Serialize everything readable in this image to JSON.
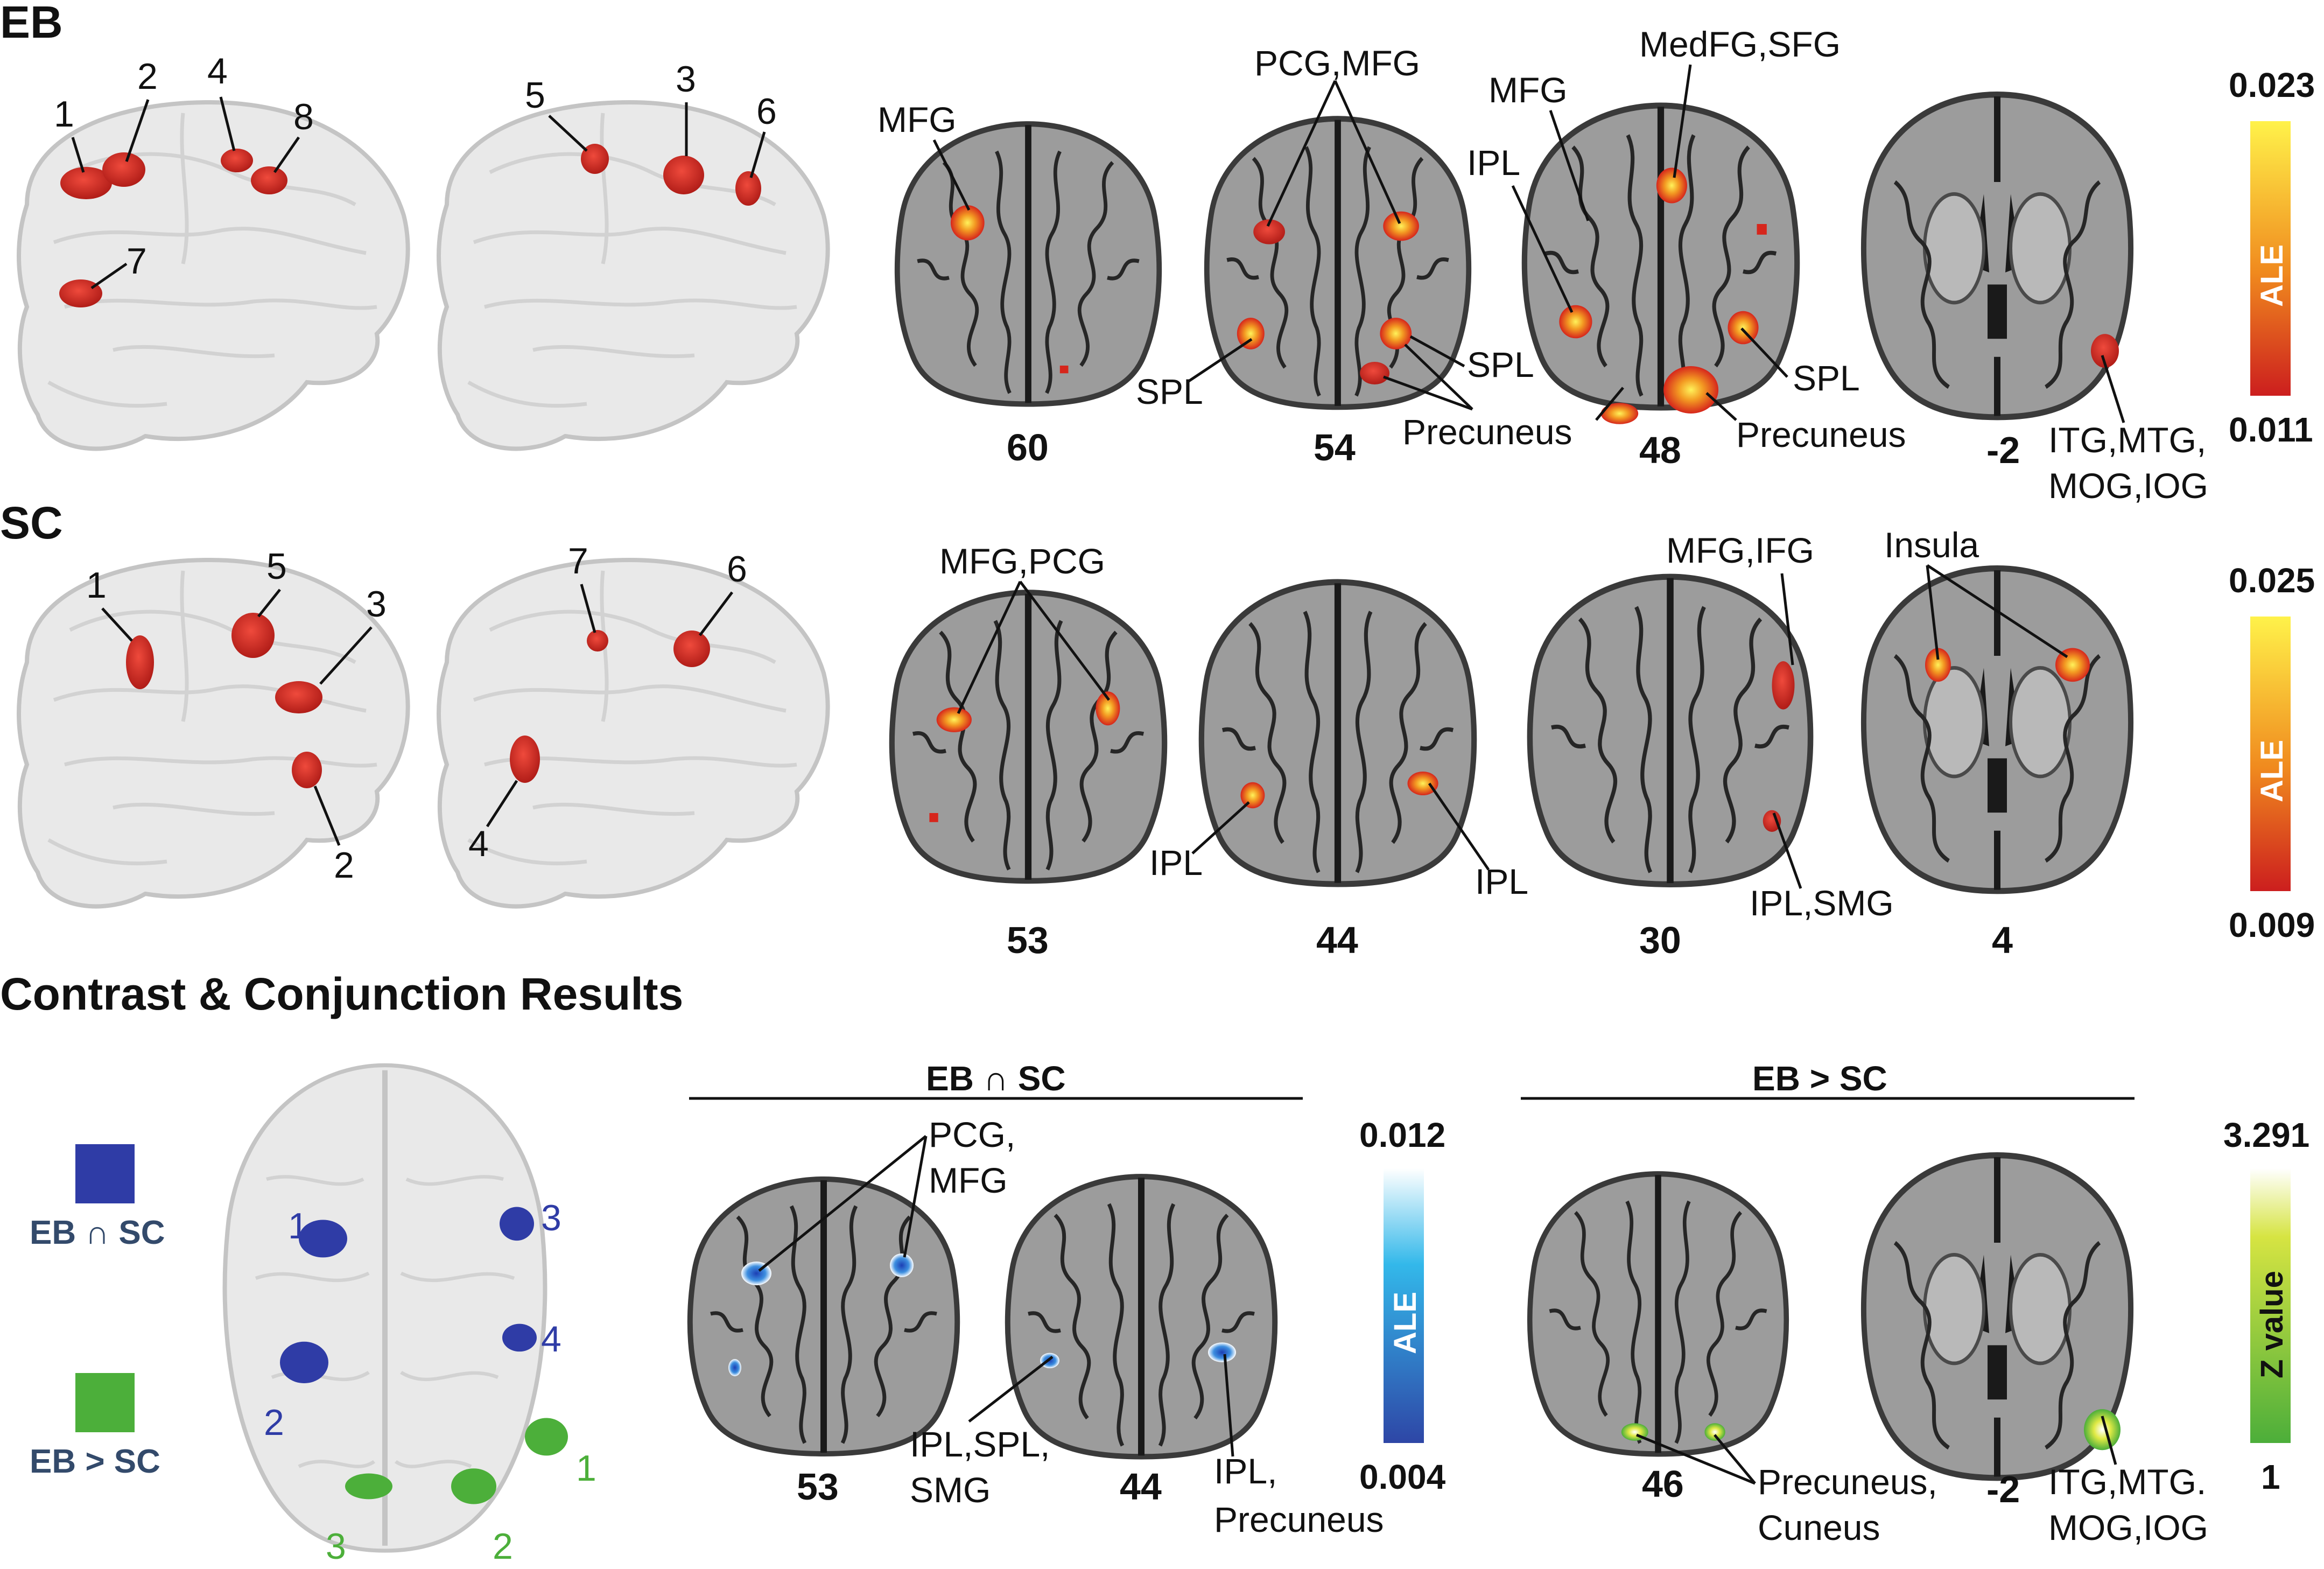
{
  "sections": {
    "eb": {
      "title": "EB"
    },
    "sc": {
      "title": "SC"
    },
    "contrast": {
      "title": "Contrast & Conjunction Results"
    }
  },
  "eb": {
    "render_numbers": [
      "1",
      "2",
      "4",
      "8",
      "7",
      "5",
      "3",
      "6"
    ],
    "slices": [
      "60",
      "54",
      "48",
      "-2"
    ],
    "labels": {
      "mfg_60": "MFG",
      "spl_60": "SPL",
      "pcg_mfg": "PCG,MFG",
      "spl_54": "SPL",
      "precuneus_54": "Precuneus",
      "medfg_sfg": "MedFG,SFG",
      "mfg_48": "MFG",
      "ipl_48": "IPL",
      "spl_48": "SPL",
      "precuneus_48": "Precuneus",
      "itg_line1": "ITG,MTG,",
      "itg_line2": "MOG,IOG"
    },
    "scale": {
      "max": "0.023",
      "min": "0.011",
      "name": "ALE"
    }
  },
  "sc": {
    "render_numbers": [
      "1",
      "5",
      "3",
      "2",
      "7",
      "6",
      "4"
    ],
    "slices": [
      "53",
      "44",
      "30",
      "4"
    ],
    "labels": {
      "mfg_pcg": "MFG,PCG",
      "ipl_44_left": "IPL",
      "ipl_44_right": "IPL",
      "mfg_ifg": "MFG,IFG",
      "ipl_smg": "IPL,SMG",
      "insula": "Insula"
    },
    "scale": {
      "max": "0.025",
      "min": "0.009",
      "name": "ALE"
    }
  },
  "contrast": {
    "legend": {
      "conj": "EB ∩ SC",
      "diff": "EB > SC"
    },
    "render_numbers_blue": [
      "1",
      "3",
      "4",
      "2"
    ],
    "render_numbers_green": [
      "1",
      "2",
      "3"
    ],
    "conj_header": "EB ∩ SC",
    "diff_header": "EB > SC",
    "conj_slices": [
      "53",
      "44"
    ],
    "diff_slices": [
      "46",
      "-2"
    ],
    "labels": {
      "pcg_line1": "PCG,",
      "pcg_line2": "MFG",
      "ipl_spl_line1": "IPL,SPL,",
      "ipl_spl_line2": "SMG",
      "ipl_prec_line1": "IPL,",
      "ipl_prec_line2": "Precuneus",
      "prec_cun_line1": "Precuneus,",
      "prec_cun_line2": "Cuneus",
      "itg_line1": "ITG,MTG.",
      "itg_line2": "MOG,IOG"
    },
    "ale_scale": {
      "max": "0.012",
      "min": "0.004",
      "name": "ALE"
    },
    "z_scale": {
      "max": "3.291",
      "min": "1",
      "name": "Z value"
    }
  },
  "colors": {
    "activation_red": "#d8281c",
    "activation_orange": "#f08a1e",
    "activation_yellow": "#fff04a",
    "conjunction_blue": "#2f3ca6",
    "contrast_green": "#4caf3a",
    "ale_blue_low": "#2f52b0",
    "ale_blue_high": "#ffffff",
    "z_green_low": "#4cae3a",
    "z_green_high": "#ffffff"
  }
}
